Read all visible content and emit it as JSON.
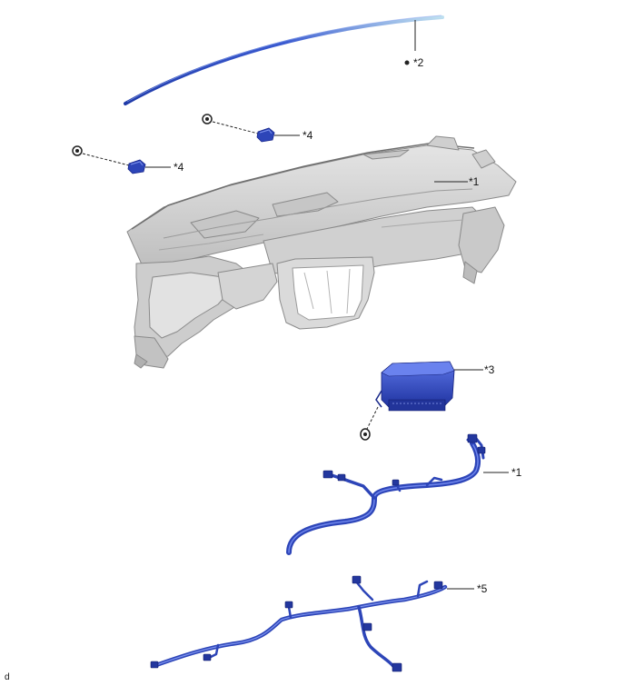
{
  "diagram": {
    "callouts": {
      "c1_panel": "*1",
      "c2_strip": "*2",
      "c3_airbag": "*3",
      "c4_upper": "*4",
      "c4_lower": "*4",
      "c1_harness": "*1",
      "c5_harness": "*5"
    },
    "reference_code": "d",
    "colors": {
      "part_blue": "#2d45b8",
      "part_blue_light": "#5a73e0",
      "panel_gray": "#d7d7d7",
      "panel_edge": "#8a8a8a",
      "leader": "#222222"
    }
  }
}
